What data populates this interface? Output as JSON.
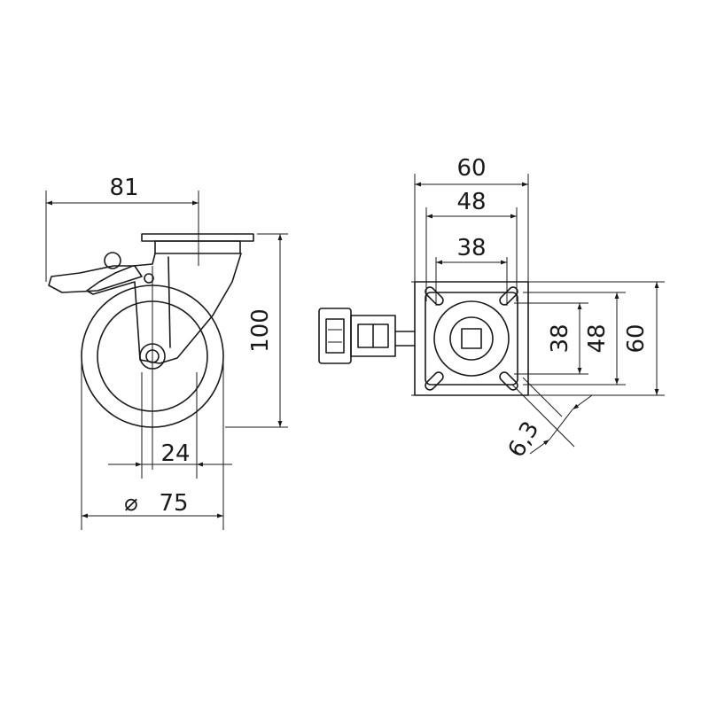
{
  "dimensions": {
    "side_width": "81",
    "height": "100",
    "wheel_width": "24",
    "diameter_symbol": "⌀",
    "diameter": "75",
    "plate_width": "60",
    "hole_spacing_48": "48",
    "hole_spacing_38": "38",
    "vertical_38": "38",
    "vertical_48": "48",
    "vertical_60": "60",
    "slot_width": "6,3"
  }
}
